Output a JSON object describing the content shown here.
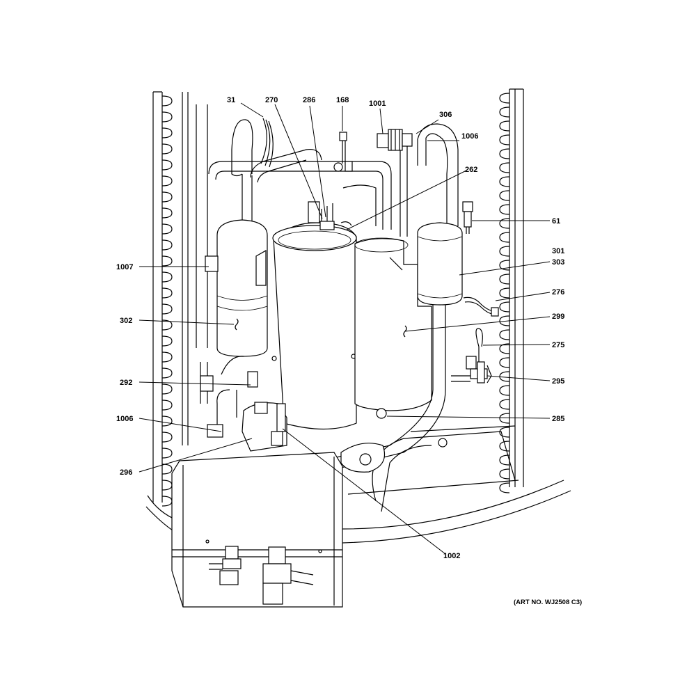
{
  "diagram": {
    "art_number": "(ART NO. WJ2508 C3)",
    "callouts": [
      {
        "id": "c31",
        "label": "31"
      },
      {
        "id": "c270",
        "label": "270"
      },
      {
        "id": "c286",
        "label": "286"
      },
      {
        "id": "c168",
        "label": "168"
      },
      {
        "id": "c1001",
        "label": "1001"
      },
      {
        "id": "c306",
        "label": "306"
      },
      {
        "id": "c1006a",
        "label": "1006"
      },
      {
        "id": "c262",
        "label": "262"
      },
      {
        "id": "c61",
        "label": "61"
      },
      {
        "id": "c301",
        "label": "301"
      },
      {
        "id": "c303",
        "label": "303"
      },
      {
        "id": "c276",
        "label": "276"
      },
      {
        "id": "c299",
        "label": "299"
      },
      {
        "id": "c275",
        "label": "275"
      },
      {
        "id": "c295",
        "label": "295"
      },
      {
        "id": "c285",
        "label": "285"
      },
      {
        "id": "c1002",
        "label": "1002"
      },
      {
        "id": "c1007",
        "label": "1007"
      },
      {
        "id": "c302",
        "label": "302"
      },
      {
        "id": "c292",
        "label": "292"
      },
      {
        "id": "c1006b",
        "label": "1006"
      },
      {
        "id": "c296",
        "label": "296"
      }
    ]
  }
}
